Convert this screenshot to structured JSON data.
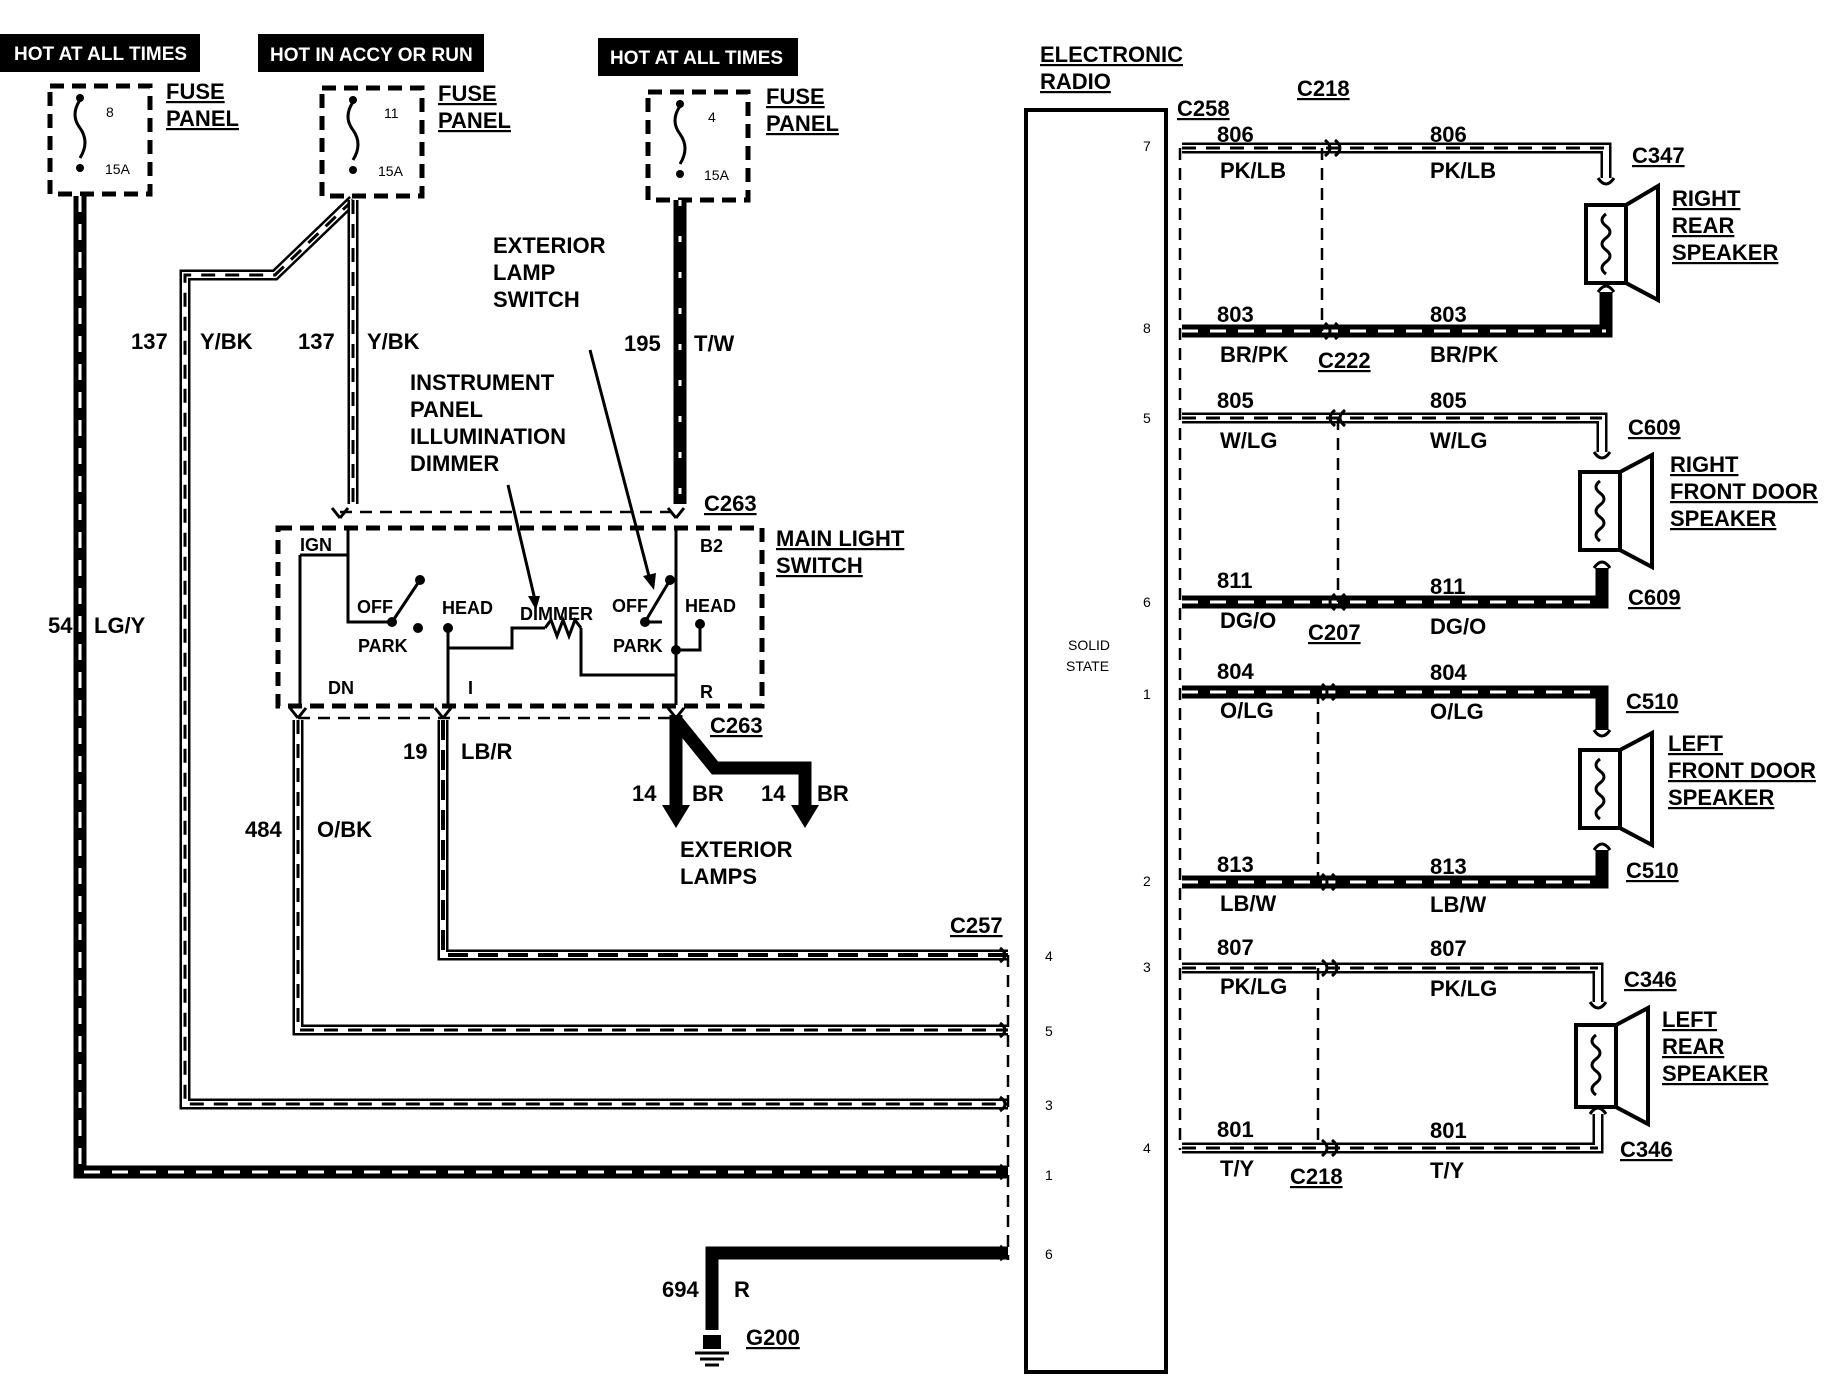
{
  "headers": {
    "hot_left": "HOT AT ALL TIMES",
    "hot_accy": "HOT IN ACCY OR RUN",
    "hot_right": "HOT AT ALL TIMES"
  },
  "fuses": [
    {
      "label": "FUSE PANEL",
      "line1": "FUSE",
      "line2": "PANEL",
      "number": "8",
      "rating": "15A"
    },
    {
      "label": "FUSE PANEL",
      "line1": "FUSE",
      "line2": "PANEL",
      "number": "11",
      "rating": "15A"
    },
    {
      "label": "FUSE PANEL",
      "line1": "FUSE",
      "line2": "PANEL",
      "number": "4",
      "rating": "15A"
    }
  ],
  "wires_left": {
    "w54": {
      "circuit": "54",
      "color": "LG/Y"
    },
    "w137a": {
      "circuit": "137",
      "color": "Y/BK"
    },
    "w137b": {
      "circuit": "137",
      "color": "Y/BK"
    },
    "w195": {
      "circuit": "195",
      "color": "T/W"
    },
    "w19": {
      "circuit": "19",
      "color": "LB/R"
    },
    "w484": {
      "circuit": "484",
      "color": "O/BK"
    },
    "w14a": {
      "circuit": "14",
      "color": "BR"
    },
    "w14b": {
      "circuit": "14",
      "color": "BR"
    },
    "w694": {
      "circuit": "694",
      "color": "R"
    }
  },
  "switch_labels": {
    "exterior_lamp_switch": [
      "EXTERIOR",
      "LAMP",
      "SWITCH"
    ],
    "ip_dimmer": [
      "INSTRUMENT",
      "PANEL",
      "ILLUMINATION",
      "DIMMER"
    ],
    "main_light_switch": [
      "MAIN LIGHT",
      "SWITCH"
    ],
    "ign": "IGN",
    "b2": "B2",
    "off1": "OFF",
    "head1": "HEAD",
    "park1": "PARK",
    "dimmer": "DIMMER",
    "off2": "OFF",
    "head2": "HEAD",
    "park2": "PARK",
    "dn": "DN",
    "i": "I",
    "r": "R",
    "exterior_lamps": [
      "EXTERIOR",
      "LAMPS"
    ]
  },
  "connectors_left": {
    "c263_top": "C263",
    "c263_bot": "C263",
    "c257": "C257",
    "g200": "G200"
  },
  "radio": {
    "title_line1": "ELECTRONIC",
    "title_line2": "RADIO",
    "solid_state_1": "SOLID",
    "solid_state_2": "STATE",
    "c258": "C258",
    "c218_top": "C218",
    "left_pins": [
      "4",
      "5",
      "3",
      "1",
      "6"
    ],
    "right_pins": [
      "7",
      "8",
      "5",
      "6",
      "1",
      "2",
      "3",
      "4"
    ]
  },
  "speaker_wires": [
    {
      "circuit": "806",
      "color": "PK/LB"
    },
    {
      "circuit": "803",
      "color": "BR/PK"
    },
    {
      "circuit": "805",
      "color": "W/LG"
    },
    {
      "circuit": "811",
      "color": "DG/O"
    },
    {
      "circuit": "804",
      "color": "O/LG"
    },
    {
      "circuit": "813",
      "color": "LB/W"
    },
    {
      "circuit": "807",
      "color": "PK/LG"
    },
    {
      "circuit": "801",
      "color": "T/Y"
    }
  ],
  "inline_connectors": {
    "c222": "C222",
    "c207": "C207",
    "c218_bot": "C218"
  },
  "speakers": [
    {
      "name_lines": [
        "RIGHT",
        "REAR",
        "SPEAKER"
      ],
      "conn_top": "C347",
      "conn_bot": ""
    },
    {
      "name_lines": [
        "RIGHT",
        "FRONT DOOR",
        "SPEAKER"
      ],
      "conn_top": "C609",
      "conn_bot": "C609"
    },
    {
      "name_lines": [
        "LEFT",
        "FRONT DOOR",
        "SPEAKER"
      ],
      "conn_top": "C510",
      "conn_bot": "C510"
    },
    {
      "name_lines": [
        "LEFT",
        "REAR",
        "SPEAKER"
      ],
      "conn_top": "C346",
      "conn_bot": "C346"
    }
  ]
}
